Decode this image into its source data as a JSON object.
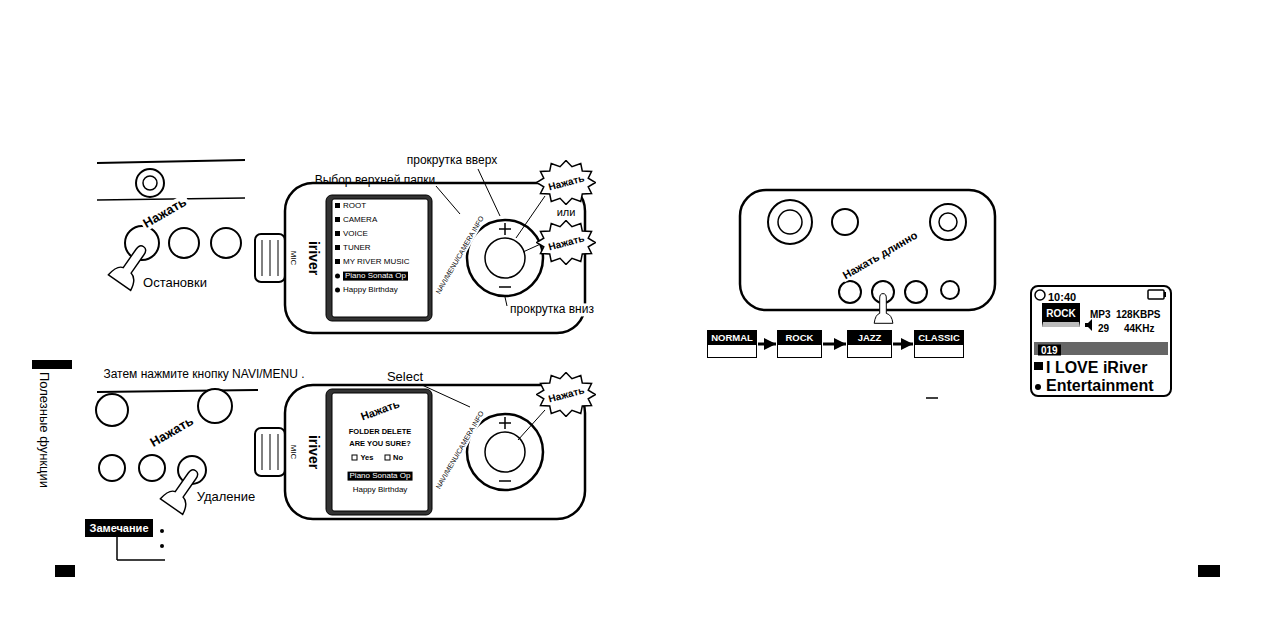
{
  "diagram": {
    "nodes": [
      {
        "text": [
          "Нажать"
        ]
      },
      {
        "text": [
          "Нажать"
        ]
      },
      {
        "text": [
          "Нажать"
        ]
      },
      {
        "text": [
          "Замечание"
        ]
      },
      {
        "text": [
          "NORMAL"
        ]
      },
      {
        "text": [
          "ROCK"
        ]
      },
      {
        "text": [
          "JAZZ"
        ]
      },
      {
        "text": [
          "CLASSIC"
        ]
      },
      {
        "text": [
          "10:40",
          "MP3",
          "128KBPS",
          "29",
          "44KHz",
          "019",
          "I LOVE iRiver",
          "Entertainment"
        ]
      },
      {
        "text": [
          "ROCK"
        ],
        "in": 8
      }
    ],
    "edges": [
      {
        "from": 4,
        "to": 5,
        "arrow": "to"
      },
      {
        "from": 5,
        "to": 6,
        "arrow": "to"
      },
      {
        "from": 6,
        "to": 7,
        "arrow": "to"
      }
    ],
    "labels": [
      "Нажать",
      "Остановки",
      "прокрутка вверх",
      "Выбор верхней папки",
      "или",
      "прокрутка вниз",
      "ROOT",
      "CAMERA",
      "VOICE",
      "TUNER",
      "MY RIVER MUSIC",
      "Piano Sonata Op",
      "Happy Birthday",
      "NAVI/MENU/CAMERA INFO",
      "iriver",
      "MIC",
      "Полезные функции",
      "Затем нажмите кнопку NAVI/MENU .",
      "Нажать",
      "Удаление",
      "Select",
      "Нажать",
      "FOLDER DELETE",
      "ARE YOU SURE?",
      "Yes",
      "No",
      "Piano Sonata Op",
      "Happy Birthday",
      "NAVI/MENU/CAMERA INFO",
      "iriver",
      "MIC",
      "Нажать длинно"
    ]
  }
}
